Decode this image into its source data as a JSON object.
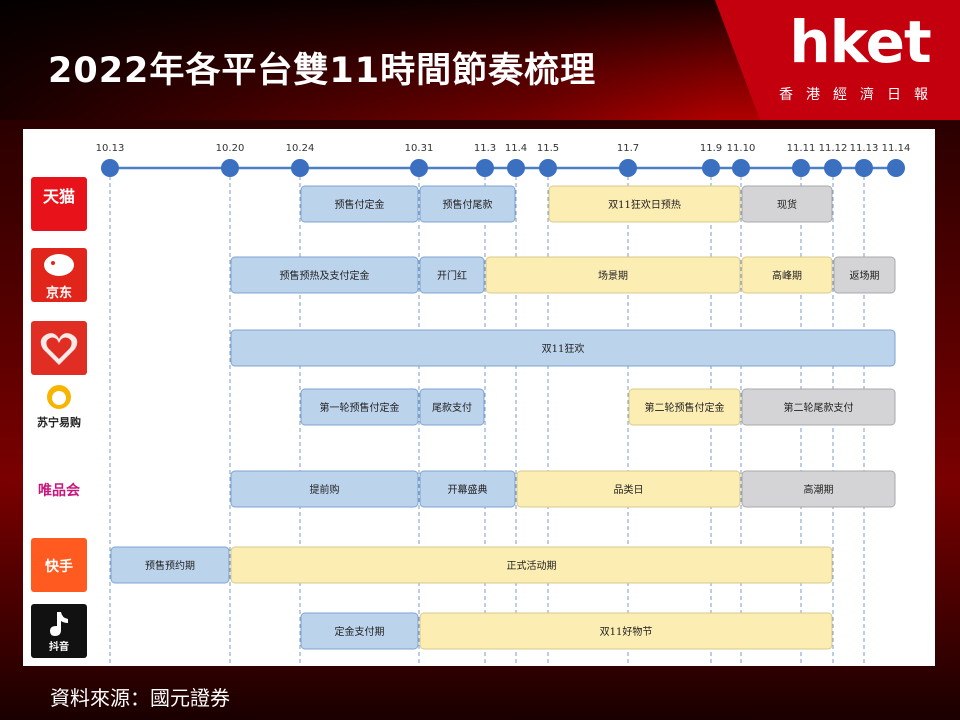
{
  "header": {
    "title": "2022年各平台雙11時間節奏梳理",
    "logo": "hket",
    "logo_sub": "香港經濟日報"
  },
  "footer": {
    "source": "資料來源：國元證券"
  },
  "colors": {
    "blue": "#bcd3ec",
    "yellow": "#fcedb3",
    "grey": "#d4d4d6",
    "line": "#4d7fc4",
    "dot": "#3b6fc0"
  },
  "platforms": [
    {
      "name": "天猫",
      "icon": "tmall-logo"
    },
    {
      "name": "京东",
      "icon": "jd-logo"
    },
    {
      "name": "拼多多",
      "icon": "pinduoduo-logo"
    },
    {
      "name": "苏宁易购",
      "icon": "suning-logo"
    },
    {
      "name": "唯品会",
      "icon": "vip-logo"
    },
    {
      "name": "快手",
      "icon": "kuaishou-logo"
    },
    {
      "name": "抖音",
      "icon": "douyin-logo"
    }
  ],
  "timeline": {
    "dates": [
      "10.13",
      "10.20",
      "10.24",
      "10.31",
      "11.3",
      "11.4",
      "11.5",
      "11.7",
      "11.9",
      "11.10",
      "11.11",
      "11.12",
      "11.13",
      "11.14"
    ]
  },
  "chart_data": {
    "type": "gantt",
    "rows": [
      {
        "platform": "天猫",
        "phases": [
          {
            "label": "预售付定金",
            "start": "10.24",
            "end": "10.31",
            "color": "blue"
          },
          {
            "label": "预售付尾款",
            "start": "10.31",
            "end": "11.4",
            "color": "blue"
          },
          {
            "label": "双11狂欢日预热",
            "start": "11.5",
            "end": "11.10",
            "color": "yellow"
          },
          {
            "label": "现货",
            "start": "11.10",
            "end": "11.12",
            "color": "grey"
          }
        ]
      },
      {
        "platform": "京东",
        "phases": [
          {
            "label": "预售预热及支付定金",
            "start": "10.20",
            "end": "10.31",
            "color": "blue"
          },
          {
            "label": "开门红",
            "start": "10.31",
            "end": "11.3",
            "color": "blue"
          },
          {
            "label": "场景期",
            "start": "11.3",
            "end": "11.10",
            "color": "yellow"
          },
          {
            "label": "高峰期",
            "start": "11.10",
            "end": "11.12",
            "color": "yellow"
          },
          {
            "label": "返场期",
            "start": "11.12",
            "end": "11.14",
            "color": "grey"
          }
        ]
      },
      {
        "platform": "拼多多",
        "phases": [
          {
            "label": "双11狂欢",
            "start": "10.20",
            "end": "11.14",
            "color": "blue"
          }
        ]
      },
      {
        "platform": "苏宁易购",
        "phases": [
          {
            "label": "第一轮预售付定金",
            "start": "10.24",
            "end": "10.31",
            "color": "blue"
          },
          {
            "label": "尾款支付",
            "start": "10.31",
            "end": "11.3",
            "color": "blue"
          },
          {
            "label": "第二轮预售付定金",
            "start": "11.7",
            "end": "11.10",
            "color": "yellow"
          },
          {
            "label": "第二轮尾款支付",
            "start": "11.10",
            "end": "11.14",
            "color": "grey"
          }
        ]
      },
      {
        "platform": "唯品会",
        "phases": [
          {
            "label": "提前购",
            "start": "10.20",
            "end": "10.31",
            "color": "blue"
          },
          {
            "label": "开幕盛典",
            "start": "10.31",
            "end": "11.4",
            "color": "blue"
          },
          {
            "label": "品类日",
            "start": "11.4",
            "end": "11.10",
            "color": "yellow"
          },
          {
            "label": "高潮期",
            "start": "11.10",
            "end": "11.14",
            "color": "grey"
          }
        ]
      },
      {
        "platform": "快手",
        "phases": [
          {
            "label": "预售预约期",
            "start": "10.13",
            "end": "10.20",
            "color": "blue"
          },
          {
            "label": "正式活动期",
            "start": "10.20",
            "end": "11.12",
            "color": "yellow"
          }
        ]
      },
      {
        "platform": "抖音",
        "phases": [
          {
            "label": "定金支付期",
            "start": "10.24",
            "end": "10.31",
            "color": "blue"
          },
          {
            "label": "双11好物节",
            "start": "10.31",
            "end": "11.12",
            "color": "yellow"
          }
        ]
      }
    ]
  }
}
